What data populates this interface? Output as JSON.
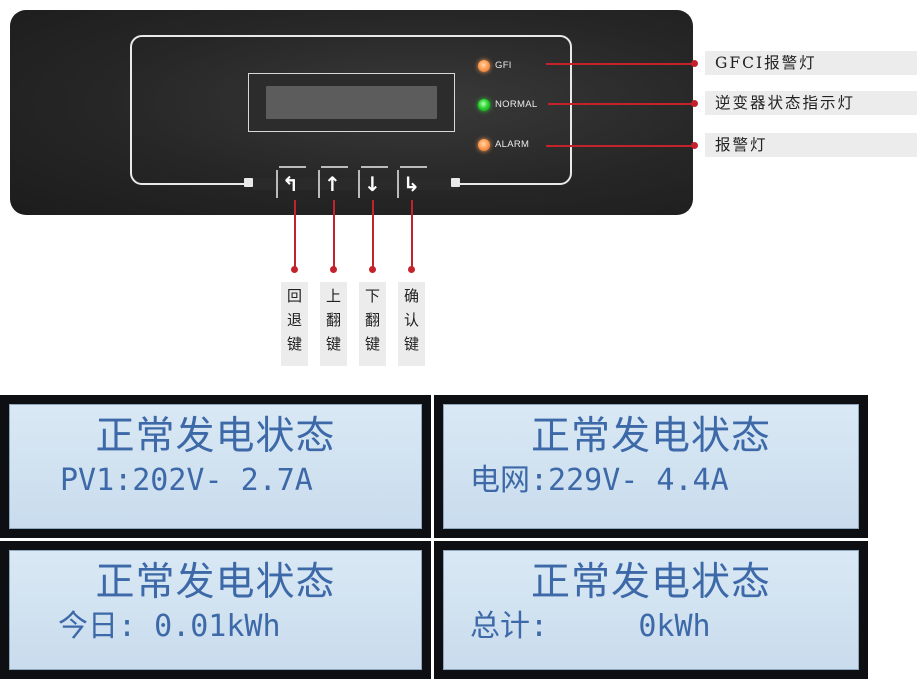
{
  "panel": {
    "leds": [
      {
        "label": "GFI",
        "color": "orange"
      },
      {
        "label": "NORMAL",
        "color": "green"
      },
      {
        "label": "ALARM",
        "color": "orange"
      }
    ],
    "callouts": [
      "GFCI报警灯",
      "逆变器状态指示灯",
      "报警灯"
    ],
    "keys": [
      {
        "icon": "back-icon",
        "glyph": "↰",
        "label": [
          "回",
          "退",
          "键"
        ]
      },
      {
        "icon": "up-arrow-icon",
        "glyph": "↑",
        "label": [
          "上",
          "翻",
          "键"
        ]
      },
      {
        "icon": "down-arrow-icon",
        "glyph": "↓",
        "label": [
          "下",
          "翻",
          "键"
        ]
      },
      {
        "icon": "enter-icon",
        "glyph": "↳",
        "label": [
          "确",
          "认",
          "键"
        ]
      }
    ],
    "accent_color": "#c4232c"
  },
  "screens": [
    {
      "line1": "正常发电状态",
      "line2": "PV1:202V- 2.7A"
    },
    {
      "line1": "正常发电状态",
      "line2": "电网:229V- 4.4A"
    },
    {
      "line1": "正常发电状态",
      "line2": "今日: 0.01kWh"
    },
    {
      "line1": "正常发电状态",
      "line2": "总计:     0kWh"
    }
  ]
}
